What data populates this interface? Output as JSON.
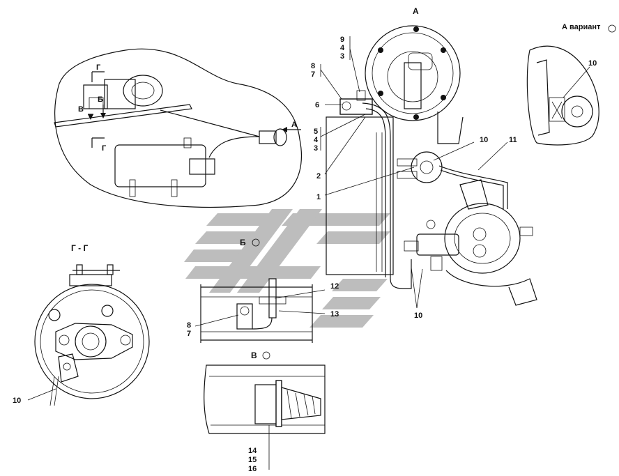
{
  "views": {
    "view_a": "А",
    "view_a_variant": "А вариант",
    "section_g": "Г - Г",
    "view_b": "Б",
    "view_v": "В"
  },
  "markers": {
    "arrow_g_top": "Г",
    "arrow_g_bottom": "Г",
    "arrow_v": "В",
    "arrow_b": "Б",
    "arrow_a": "А"
  },
  "callouts": {
    "c9": "9",
    "c4a": "4",
    "c3a": "3",
    "c8a": "8",
    "c7a": "7",
    "c6": "6",
    "c5": "5",
    "c4b": "4",
    "c3b": "3",
    "c2": "2",
    "c1": "1",
    "c10a": "10",
    "c11": "11",
    "c10b": "10",
    "c10c": "10",
    "c10d": "10",
    "c12": "12",
    "c13": "13",
    "c8b": "8",
    "c7b": "7",
    "c14": "14",
    "c15": "15",
    "c16": "16"
  },
  "colors": {
    "ink": "#111111",
    "watermark": "#b9b9b9",
    "paper": "#ffffff"
  }
}
